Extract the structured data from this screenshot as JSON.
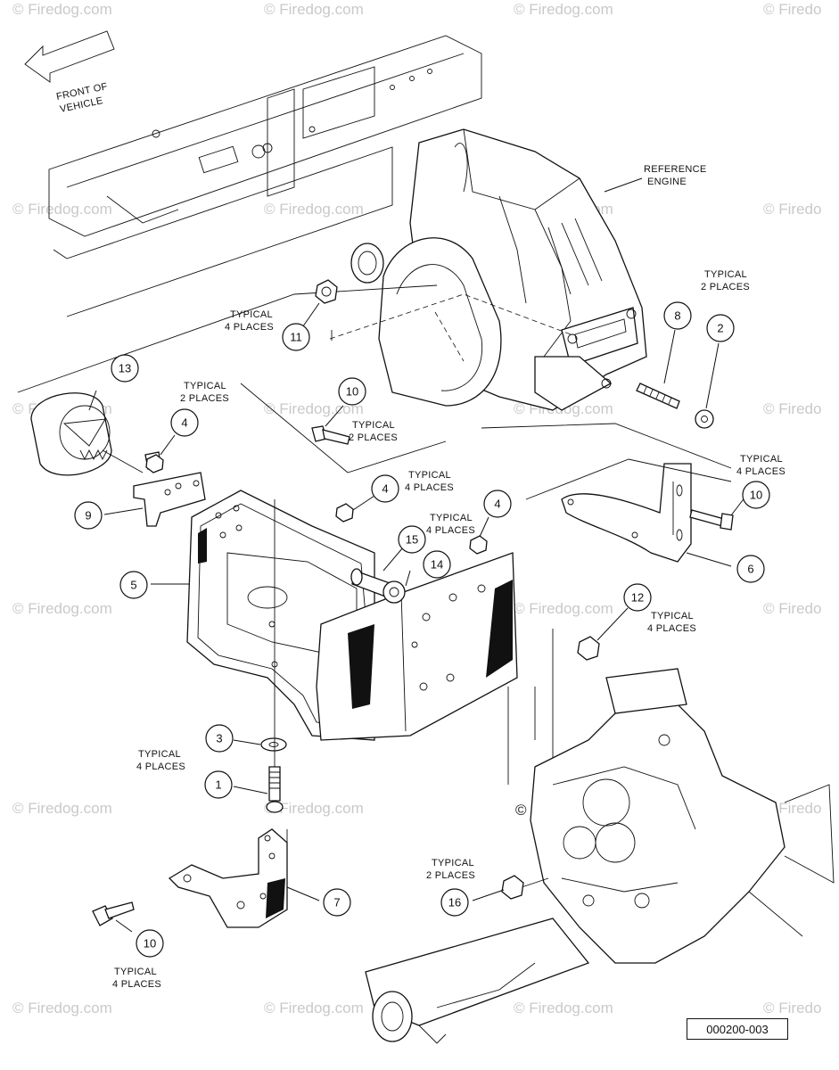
{
  "watermarks": {
    "text": "© Firedog.com",
    "partial_text": "© Firedo",
    "center_text": "© Firedog.com"
  },
  "notes": {
    "front_of_vehicle": [
      "FRONT OF",
      "VEHICLE"
    ],
    "reference_engine": [
      "REFERENCE",
      "ENGINE"
    ],
    "typical_2_places": [
      "TYPICAL",
      "2 PLACES"
    ],
    "typical_4_places": [
      "TYPICAL",
      "4 PLACES"
    ]
  },
  "callouts": [
    {
      "id": "1",
      "label": "1"
    },
    {
      "id": "2",
      "label": "2"
    },
    {
      "id": "3",
      "label": "3"
    },
    {
      "id": "4a",
      "label": "4"
    },
    {
      "id": "4b",
      "label": "4"
    },
    {
      "id": "4c",
      "label": "4"
    },
    {
      "id": "5",
      "label": "5"
    },
    {
      "id": "6",
      "label": "6"
    },
    {
      "id": "7",
      "label": "7"
    },
    {
      "id": "8",
      "label": "8"
    },
    {
      "id": "9",
      "label": "9"
    },
    {
      "id": "10a",
      "label": "10"
    },
    {
      "id": "10b",
      "label": "10"
    },
    {
      "id": "10c",
      "label": "10"
    },
    {
      "id": "11",
      "label": "11"
    },
    {
      "id": "12",
      "label": "12"
    },
    {
      "id": "13",
      "label": "13"
    },
    {
      "id": "14",
      "label": "14"
    },
    {
      "id": "15",
      "label": "15"
    },
    {
      "id": "16",
      "label": "16"
    }
  ],
  "drawing_number": "000200-003",
  "colors": {
    "line": "#111111",
    "watermark": "#c9c9c9",
    "background": "#ffffff"
  }
}
